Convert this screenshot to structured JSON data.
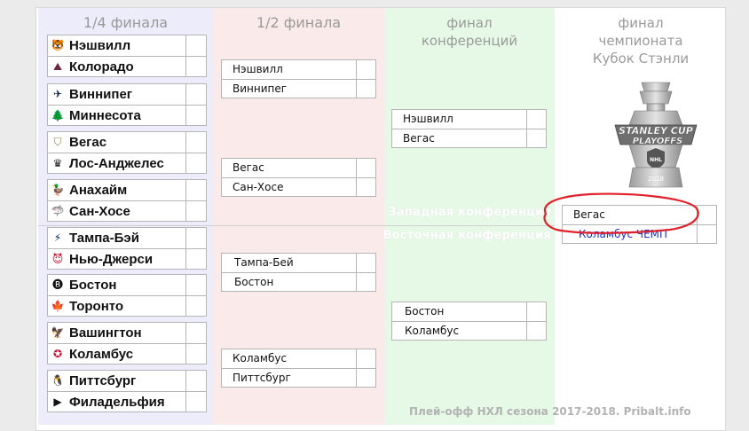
{
  "columns": {
    "qf": "1/4 финала",
    "sf": "1/2 финала",
    "cf": [
      "финал",
      "конференций"
    ],
    "final": [
      "финал",
      "чемпионата",
      "Кубок Стэнли"
    ]
  },
  "conferences": {
    "west": "Западная конференция",
    "east": "Восточная конференция"
  },
  "quarterfinals": [
    [
      {
        "name": "Нэшвилл",
        "icon": "predators-logo"
      },
      {
        "name": "Колорадо",
        "icon": "avalanche-logo"
      }
    ],
    [
      {
        "name": "Виннипег",
        "icon": "jets-logo"
      },
      {
        "name": "Миннесота",
        "icon": "wild-logo"
      }
    ],
    [
      {
        "name": "Вегас",
        "icon": "golden-knights-logo"
      },
      {
        "name": "Лос-Анджелес",
        "icon": "kings-logo"
      }
    ],
    [
      {
        "name": "Анахайм",
        "icon": "ducks-logo"
      },
      {
        "name": "Сан-Хосе",
        "icon": "sharks-logo"
      }
    ],
    [
      {
        "name": "Тампа-Бэй",
        "icon": "lightning-logo"
      },
      {
        "name": "Нью-Джерси",
        "icon": "devils-logo"
      }
    ],
    [
      {
        "name": "Бостон",
        "icon": "bruins-logo"
      },
      {
        "name": "Торонто",
        "icon": "maple-leafs-logo"
      }
    ],
    [
      {
        "name": "Вашингтон",
        "icon": "capitals-logo"
      },
      {
        "name": "Коламбус",
        "icon": "blue-jackets-logo"
      }
    ],
    [
      {
        "name": "Питтсбург",
        "icon": "penguins-logo"
      },
      {
        "name": "Филадельфия",
        "icon": "flyers-logo"
      }
    ]
  ],
  "semifinals": [
    [
      "Нэшвилл",
      "Виннипег"
    ],
    [
      "Вегас",
      "Сан-Хосе"
    ],
    [
      "Тампа-Бей",
      "Бостон"
    ],
    [
      "Коламбус",
      "Питтсбург"
    ]
  ],
  "conference_finals": [
    [
      "Нэшвилл",
      "Вегас"
    ],
    [
      "Бостон",
      "Коламбус"
    ]
  ],
  "final": [
    "Вегас",
    "Коламбус ЧЕМП"
  ],
  "cup_logo": {
    "line1": "STANLEY CUP",
    "line2": "PLAYOFFS",
    "year": "2018"
  },
  "footer": "Плей-офф НХЛ сезона 2017-2018.   Pribalt.info",
  "colors": {
    "qf_bg": "#ececfb",
    "sf_bg": "#fbeaea",
    "cf_bg": "#e6f8e6",
    "highlight": "#e0202a",
    "champion": "#1a33cc"
  }
}
